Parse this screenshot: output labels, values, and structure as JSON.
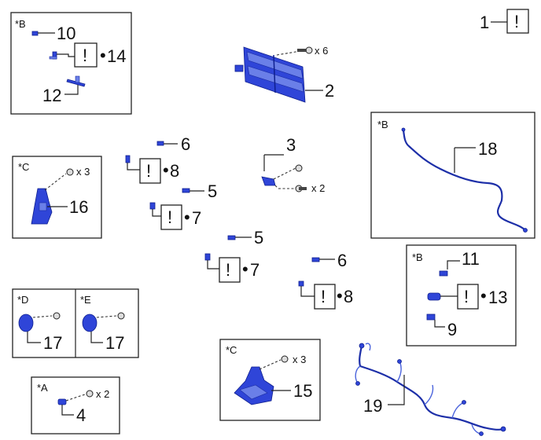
{
  "callouts": {
    "p1": "1",
    "p2": "2",
    "p3": "3",
    "p4": "4",
    "p5a": "5",
    "p5b": "5",
    "p6a": "6",
    "p6b": "6",
    "p7a": "7",
    "p7b": "7",
    "p8a": "8",
    "p8b": "8",
    "p9": "9",
    "p10": "10",
    "p11": "11",
    "p12": "12",
    "p13": "13",
    "p14": "14",
    "p15": "15",
    "p16": "16",
    "p17a": "17",
    "p17b": "17",
    "p18": "18",
    "p19": "19"
  },
  "groups": {
    "b_top": "*B",
    "c_left": "*C",
    "b_right_top": "*B",
    "b_right_mid": "*B",
    "d": "*D",
    "e": "*E",
    "a": "*A",
    "c_bottom": "*C"
  },
  "quantities": {
    "q6": "x 6",
    "q3_left": "x 3",
    "q2_center": "x 2",
    "q2_a": "x 2",
    "q3_bottom": "x 3"
  },
  "symbols": {
    "caution": "!",
    "bullet": "•"
  },
  "colors": {
    "part": "#2f45d8",
    "part_light": "#6a7fe8",
    "line": "#222222"
  }
}
